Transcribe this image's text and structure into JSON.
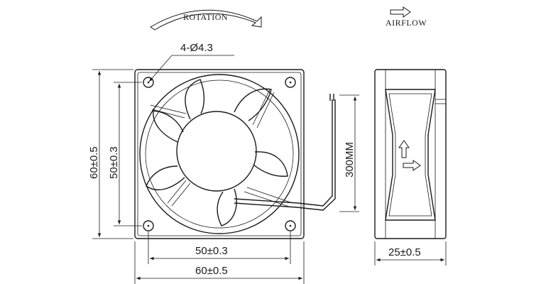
{
  "labels": {
    "rotation": "ROTATION",
    "airflow": "AIRFLOW",
    "holes": "4-Ø4.3",
    "height_outer": "60±0.5",
    "height_inner": "50±0.3",
    "width_inner": "50±0.3",
    "width_outer": "60±0.5",
    "cable_length": "300MM",
    "depth": "25±0.5"
  },
  "icons": {
    "rotation_arrow": "curved-arrow-icon",
    "airflow_arrow": "right-arrow-icon",
    "side_up_arrow": "up-arrow-icon",
    "side_right_arrow": "right-arrow-icon"
  },
  "colors": {
    "line": "#1a1a1a",
    "background": "#ffffff"
  }
}
